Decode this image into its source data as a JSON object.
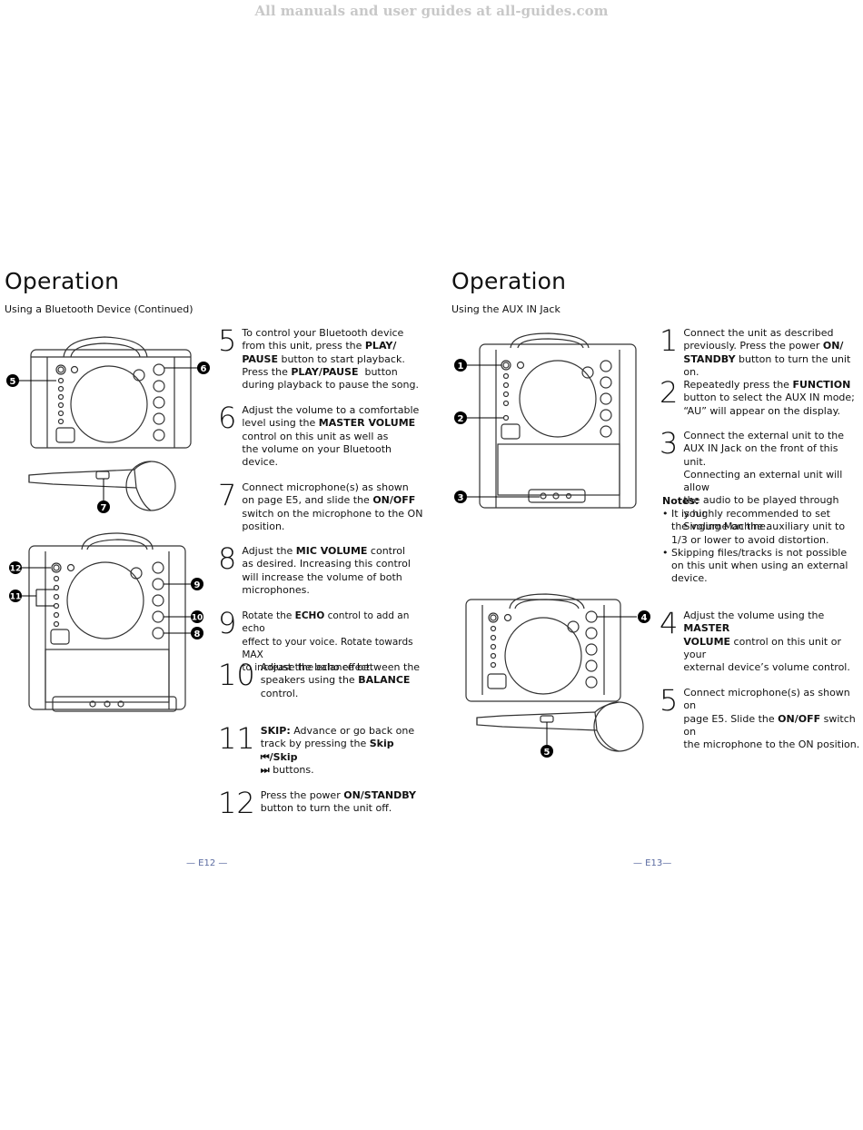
{
  "watermark": "All manuals and user guides at all-guides.com",
  "left": {
    "title": "Operation",
    "subtitle": "Using a Bluetooth Device (Continued)",
    "footer": "— E12 —",
    "callouts": [
      "5",
      "6",
      "7",
      "12",
      "11",
      "9",
      "10",
      "8"
    ],
    "steps": [
      {
        "num": "5",
        "html": "To control your Bluetooth device<br>from this unit, press the <b>PLAY/<br>PAUSE</b> button to start playback.<br>Press the <b>PLAY/PAUSE</b>&nbsp; button<br>during playback to pause the song."
      },
      {
        "num": "6",
        "html": "Adjust the volume to a comfortable<br>level using the <b>MASTER VOLUME</b><br>control on this unit as well as<br>the volume on your Bluetooth<br>device."
      },
      {
        "num": "7",
        "html": "Connect microphone(s) as shown<br>on page E5, and slide the <b>ON/OFF</b><br>switch on the microphone to the ON<br>position."
      },
      {
        "num": "8",
        "html": "Adjust the <b>MIC VOLUME</b> control<br>as desired. Increasing this control<br>will increase the volume of both<br>microphones."
      },
      {
        "num": "9",
        "html": "Rotate the <b>ECHO</b> control to add an echo<br>effect to your voice. Rotate towards MAX<br>to increase the echo effect."
      },
      {
        "num": "10",
        "html": "Adjust the balance between the<br>speakers using the <b>BALANCE</b><br>control."
      },
      {
        "num": "11",
        "html": "<b>SKIP:</b> Advance or go back one<br>track by pressing the <b>Skip ⏮/Skip<br>⏭</b> buttons."
      },
      {
        "num": "12",
        "html": "Press the power <b>ON/STANDBY</b><br>button to turn the unit off."
      }
    ]
  },
  "right": {
    "title": "Operation",
    "subtitle": "Using the AUX IN Jack",
    "footer": "— E13—",
    "callouts": [
      "1",
      "2",
      "3",
      "4",
      "5"
    ],
    "notes_title": "Notes:",
    "notes": [
      "It is highly recommended to set the volume on the auxiliary unit to 1/3 or lower to avoid distortion.",
      "Skipping files/tracks is not possible on this unit when using an external device."
    ],
    "steps": [
      {
        "num": "1",
        "html": "Connect the unit as described<br>previously. Press the power <b>ON/<br>STANDBY</b> button to turn the unit on."
      },
      {
        "num": "2",
        "html": "Repeatedly press the <b>FUNCTION</b><br>button to select the AUX IN mode;<br>“AU” will appear on the display."
      },
      {
        "num": "3",
        "html": "Connect the external unit to the<br>AUX IN Jack on the front of this unit.<br>Connecting an external unit will allow<br>the audio to be played through your<br>Singing Machine."
      },
      {
        "num": "4",
        "html": "Adjust the volume using the <b>MASTER<br>VOLUME</b> control on this unit or your<br>external device’s volume control."
      },
      {
        "num": "5",
        "html": "Connect microphone(s) as shown on<br>page E5. Slide the <b>ON/OFF</b> switch on<br>the microphone to the ON position."
      }
    ]
  }
}
